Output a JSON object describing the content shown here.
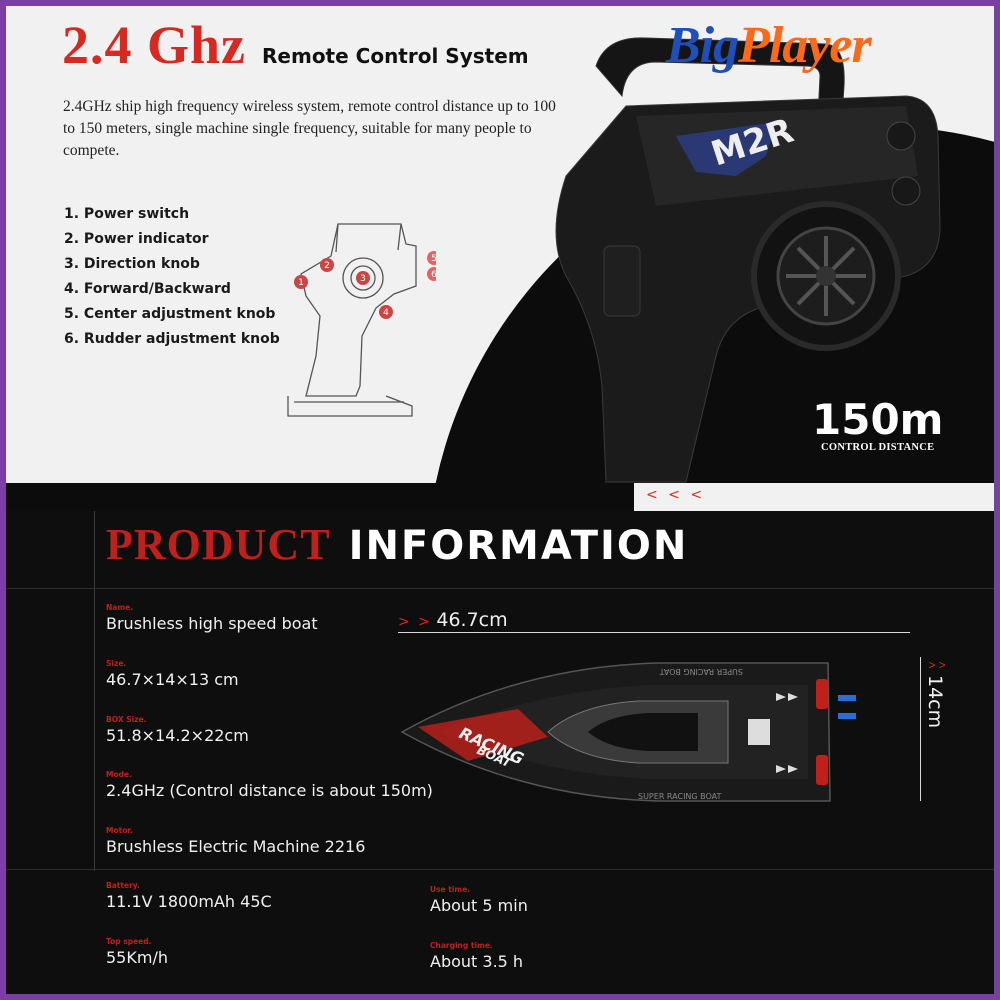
{
  "header": {
    "frequency": "2.4 Ghz",
    "subtitle": "Remote Control System",
    "brand_part1": "Big",
    "brand_part2": "Player",
    "description": "2.4GHz ship high frequency wireless system, remote control distance up to 100 to 150 meters, single machine single frequency, suitable for many people to compete."
  },
  "features": [
    "1. Power switch",
    "2. Power indicator",
    "3. Direction knob",
    "4. Forward/Backward",
    "5. Center adjustment knob",
    "6. Rudder adjustment knob"
  ],
  "callouts": [
    "1",
    "2",
    "3",
    "4",
    "5",
    "6"
  ],
  "remote_brand": "M2R",
  "distance": {
    "value": "150m",
    "label": "CONTROL DISTANCE"
  },
  "divider_arrows": "< < <",
  "info_title": {
    "part1": "PRODUCT",
    "part2": "INFORMATION"
  },
  "specs": {
    "name": {
      "label": "Name.",
      "value": "Brushless high speed boat"
    },
    "size": {
      "label": "Size.",
      "value": "46.7×14×13 cm"
    },
    "box_size": {
      "label": "BOX Size.",
      "value": "51.8×14.2×22cm"
    },
    "mode": {
      "label": "Mode.",
      "value": "2.4GHz (Control distance is about 150m)"
    },
    "motor": {
      "label": "Motor.",
      "value": "Brushless Electric Machine  2216"
    },
    "battery": {
      "label": "Battery.",
      "value": "11.1V 1800mAh 45C"
    },
    "use_time": {
      "label": "Use time.",
      "value": "About 5 min"
    },
    "top_speed": {
      "label": "Top speed.",
      "value": "55Km/h"
    },
    "charging_time": {
      "label": "Charging time.",
      "value": "About 3.5 h"
    }
  },
  "dimensions": {
    "length_arrows": "> >",
    "length": "46.7cm",
    "height_arrows": "> >",
    "height": "14cm"
  },
  "boat_text": {
    "side_top": "SUPER RACING BOAT",
    "side_bottom": "SUPER RACING BOAT",
    "hull_logo_1": "RACING",
    "hull_logo_2": "BOAT"
  },
  "colors": {
    "accent_red": "#d42a22",
    "brand_blue": "#1f4fb8",
    "brand_orange": "#ff6a1a",
    "frame_purple": "#7b3fa3",
    "dark_bg": "#0e0e0e"
  }
}
